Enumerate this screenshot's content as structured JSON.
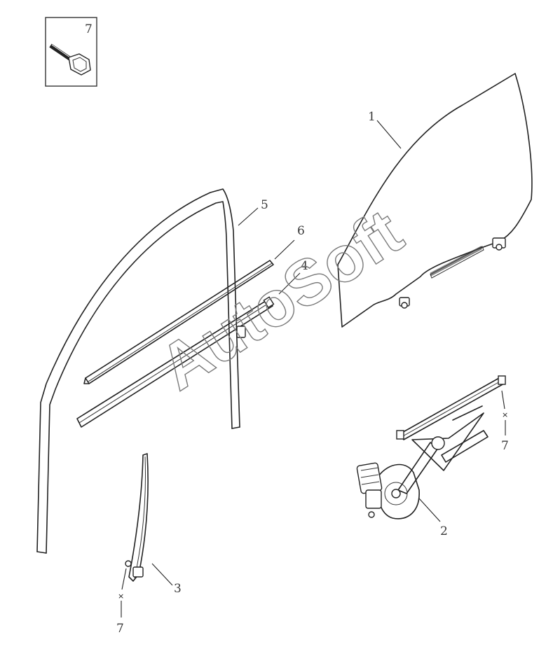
{
  "callouts": {
    "glass": "1",
    "regulator": "2",
    "rear_channel": "3",
    "outer_belt": "4",
    "run_channel": "5",
    "inner_belt": "6",
    "bolt_inset": "7",
    "bolt_regulator": "7",
    "bolt_channel": "7"
  },
  "watermark": "AutoSoft"
}
